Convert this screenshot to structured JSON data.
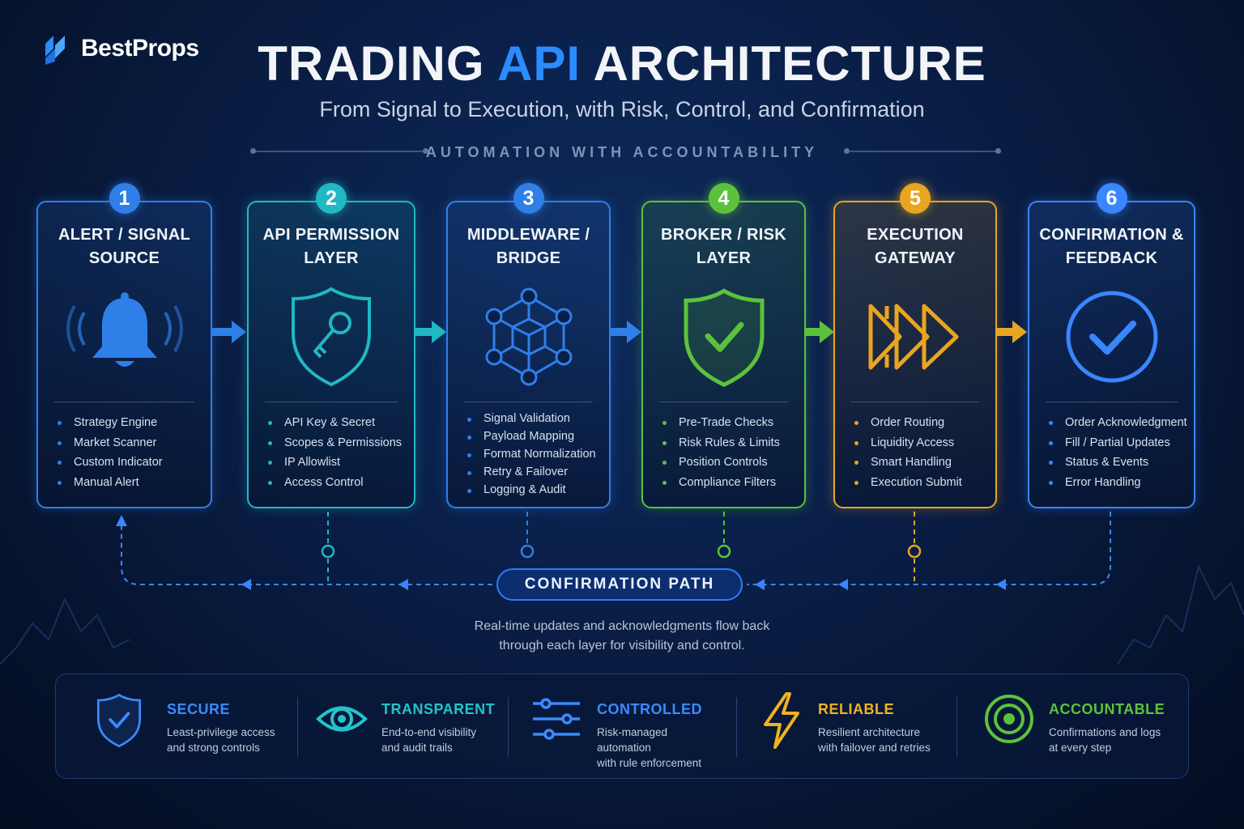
{
  "brand": {
    "name": "BestProps"
  },
  "header": {
    "title_part1": "TRADING ",
    "title_part2": "API",
    "title_part3": " ARCHITECTURE",
    "subtitle": "From Signal to Execution, with Risk, Control, and Confirmation",
    "tagline": "AUTOMATION WITH ACCOUNTABILITY"
  },
  "steps": [
    {
      "number": "1",
      "title_line1": "ALERT / SIGNAL",
      "title_line2": "SOURCE",
      "color": "#2f7fe8",
      "icon": "bell-icon",
      "items": [
        "Strategy Engine",
        "Market Scanner",
        "Custom Indicator",
        "Manual Alert"
      ]
    },
    {
      "number": "2",
      "title_line1": "API PERMISSION",
      "title_line2": "LAYER",
      "color": "#1fb8c4",
      "icon": "shield-key-icon",
      "items": [
        "API Key & Secret",
        "Scopes & Permissions",
        "IP Allowlist",
        "Access Control"
      ]
    },
    {
      "number": "3",
      "title_line1": "MIDDLEWARE /",
      "title_line2": "BRIDGE",
      "color": "#2f7fe8",
      "icon": "network-cube-icon",
      "items": [
        "Signal Validation",
        "Payload Mapping",
        "Format Normalization",
        "Retry & Failover",
        "Logging & Audit"
      ]
    },
    {
      "number": "4",
      "title_line1": "BROKER / RISK",
      "title_line2": "LAYER",
      "color": "#5cc23c",
      "icon": "shield-check-icon",
      "items": [
        "Pre-Trade Checks",
        "Risk Rules & Limits",
        "Position Controls",
        "Compliance Filters"
      ]
    },
    {
      "number": "5",
      "title_line1": "EXECUTION",
      "title_line2": "GATEWAY",
      "color": "#e8a51f",
      "icon": "fast-forward-icon",
      "items": [
        "Order Routing",
        "Liquidity Access",
        "Smart Handling",
        "Execution Submit"
      ]
    },
    {
      "number": "6",
      "title_line1": "CONFIRMATION &",
      "title_line2": "FEEDBACK",
      "color": "#3a86ff",
      "icon": "check-circle-icon",
      "items": [
        "Order Acknowledgment",
        "Fill / Partial Updates",
        "Status & Events",
        "Error Handling"
      ]
    }
  ],
  "confirmation": {
    "label": "CONFIRMATION PATH",
    "desc_line1": "Real-time updates and acknowledgments flow back",
    "desc_line2": "through each layer for visibility and control."
  },
  "features": [
    {
      "title": "SECURE",
      "line1": "Least-privilege access",
      "line2": "and strong controls",
      "color": "#3a8bff",
      "icon": "shield-check-icon"
    },
    {
      "title": "TRANSPARENT",
      "line1": "End-to-end visibility",
      "line2": "and audit trails",
      "color": "#22c3c9",
      "icon": "eye-icon"
    },
    {
      "title": "CONTROLLED",
      "line1": "Risk-managed automation",
      "line2": "with rule enforcement",
      "color": "#3a8bff",
      "icon": "sliders-icon"
    },
    {
      "title": "RELIABLE",
      "line1": "Resilient architecture",
      "line2": "with failover and retries",
      "color": "#f0b21e",
      "icon": "lightning-icon"
    },
    {
      "title": "ACCOUNTABLE",
      "line1": "Confirmations and logs",
      "line2": "at every step",
      "color": "#5cc23c",
      "icon": "target-icon"
    }
  ]
}
